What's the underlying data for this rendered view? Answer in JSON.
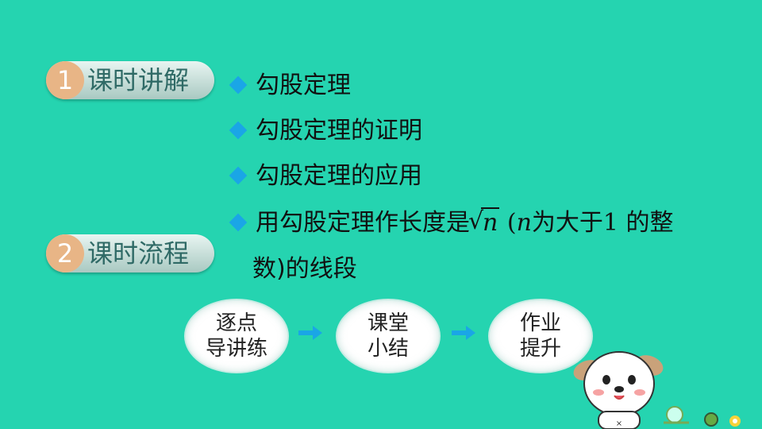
{
  "sections": [
    {
      "number": "1",
      "label": "课时讲解"
    },
    {
      "number": "2",
      "label": "课时流程"
    }
  ],
  "bullets": [
    "勾股定理",
    "勾股定理的证明",
    "勾股定理的应用"
  ],
  "bullet4": {
    "prefix": "用勾股定理作长度是",
    "sqrt_var": "n",
    "paren_open": " (",
    "var": "n",
    "middle": "为大于",
    "one": "1",
    "suffix": " 的整",
    "line2": "数)的线段"
  },
  "steps": [
    {
      "line1": "逐点",
      "line2": "导讲练"
    },
    {
      "line1": "课堂",
      "line2": "小结"
    },
    {
      "line1": "作业",
      "line2": "提升"
    }
  ],
  "colors": {
    "background": "#25d4b0",
    "badge_circle": "#e8b586",
    "diamond": "#1aa6e6",
    "arrow": "#1aa6e6"
  }
}
